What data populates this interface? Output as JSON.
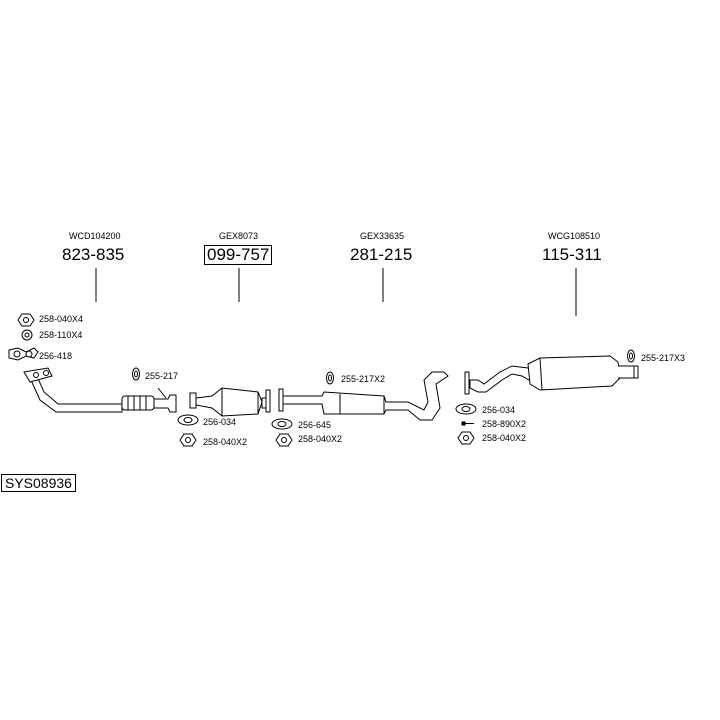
{
  "system_id": "SYS08936",
  "parts": [
    {
      "code": "WCD104200",
      "number": "823-835"
    },
    {
      "code": "GEX8073",
      "number": "099-757"
    },
    {
      "code": "GEX33635",
      "number": "281-215"
    },
    {
      "code": "WCG108510",
      "number": "115-311"
    }
  ],
  "accessories": {
    "a1": "258-040X4",
    "a2": "258-110X4",
    "a3": "256-418",
    "a4": "255-217",
    "a5": "256-034",
    "a6": "258-040X2",
    "a7": "255-217X2",
    "a8": "256-645",
    "a9": "258-040X2",
    "a10": "256-034",
    "a11": "258-890X2",
    "a12": "258-040X2",
    "a13": "255-217X3"
  }
}
